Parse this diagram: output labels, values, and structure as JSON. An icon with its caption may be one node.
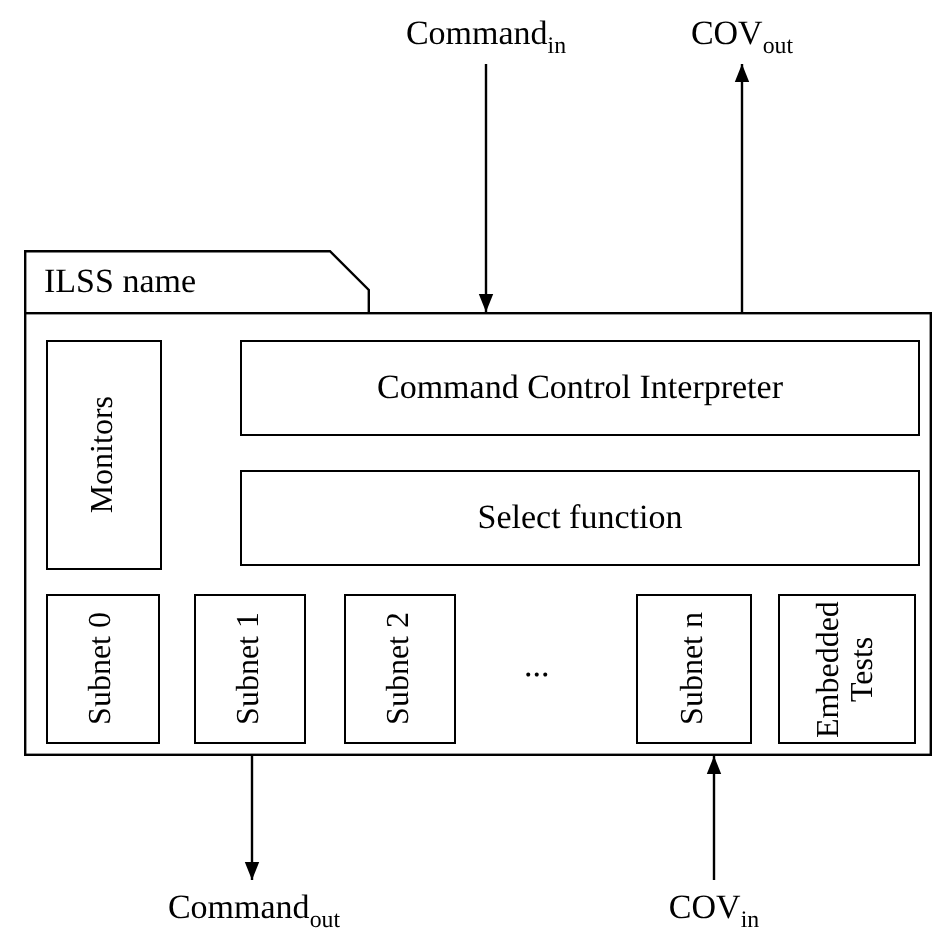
{
  "diagram": {
    "nodes": [
      {
        "text": [
          "ILSS name"
        ]
      },
      {
        "text": [
          "Monitors"
        ],
        "in": 0
      },
      {
        "text": [
          "Command Control Interpreter"
        ],
        "in": 0
      },
      {
        "text": [
          "Select function"
        ],
        "in": 0
      },
      {
        "text": [
          "Subnet 0"
        ],
        "in": 0
      },
      {
        "text": [
          "Subnet 1"
        ],
        "in": 0
      },
      {
        "text": [
          "Subnet 2"
        ],
        "in": 0
      },
      {
        "text": [
          "Subnet n"
        ],
        "in": 0
      },
      {
        "text": [
          "Embedded Tests"
        ],
        "in": 0
      },
      {
        "text": [
          "Command$_{in}$"
        ]
      },
      {
        "text": [
          "COV$_{out}$"
        ]
      },
      {
        "text": [
          "Command$_{out}$"
        ]
      },
      {
        "text": [
          "COV$_{in}$"
        ]
      }
    ],
    "edges": [
      {
        "from": 9,
        "to": 0,
        "arrow": "to"
      },
      {
        "from": 0,
        "to": 10,
        "arrow": "to"
      },
      {
        "from": 0,
        "to": 11,
        "arrow": "to"
      },
      {
        "from": 12,
        "to": 0,
        "arrow": "to"
      }
    ],
    "labels": [
      "..."
    ]
  }
}
